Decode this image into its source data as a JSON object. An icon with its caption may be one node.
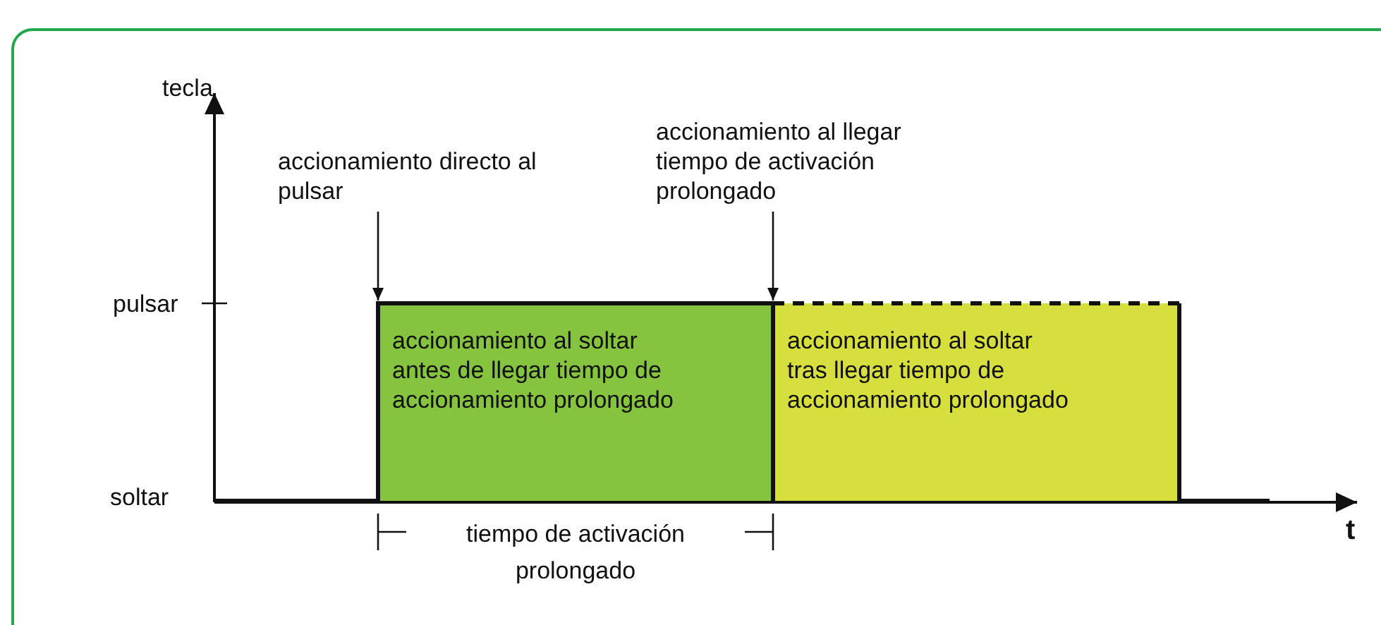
{
  "diagram": {
    "nodes": [
      {
        "text": [
          "accionamiento directo al pulsar"
        ]
      },
      {
        "text": [
          "accionamiento al llegar tiempo de activación prolongado"
        ]
      },
      {
        "text": [
          "accionamiento al soltar antes de llegar tiempo de accionamiento prolongado"
        ]
      },
      {
        "text": [
          "accionamiento al soltar tras llegar tiempo de accionamiento prolongado"
        ]
      }
    ],
    "edges": [
      {
        "from": 0,
        "to": 2,
        "arrow": "to"
      },
      {
        "from": 1,
        "to": 3,
        "arrow": "to"
      }
    ],
    "labels": [
      "tecla",
      "pulsar",
      "soltar",
      "t",
      "tiempo de activación prolongado"
    ]
  }
}
